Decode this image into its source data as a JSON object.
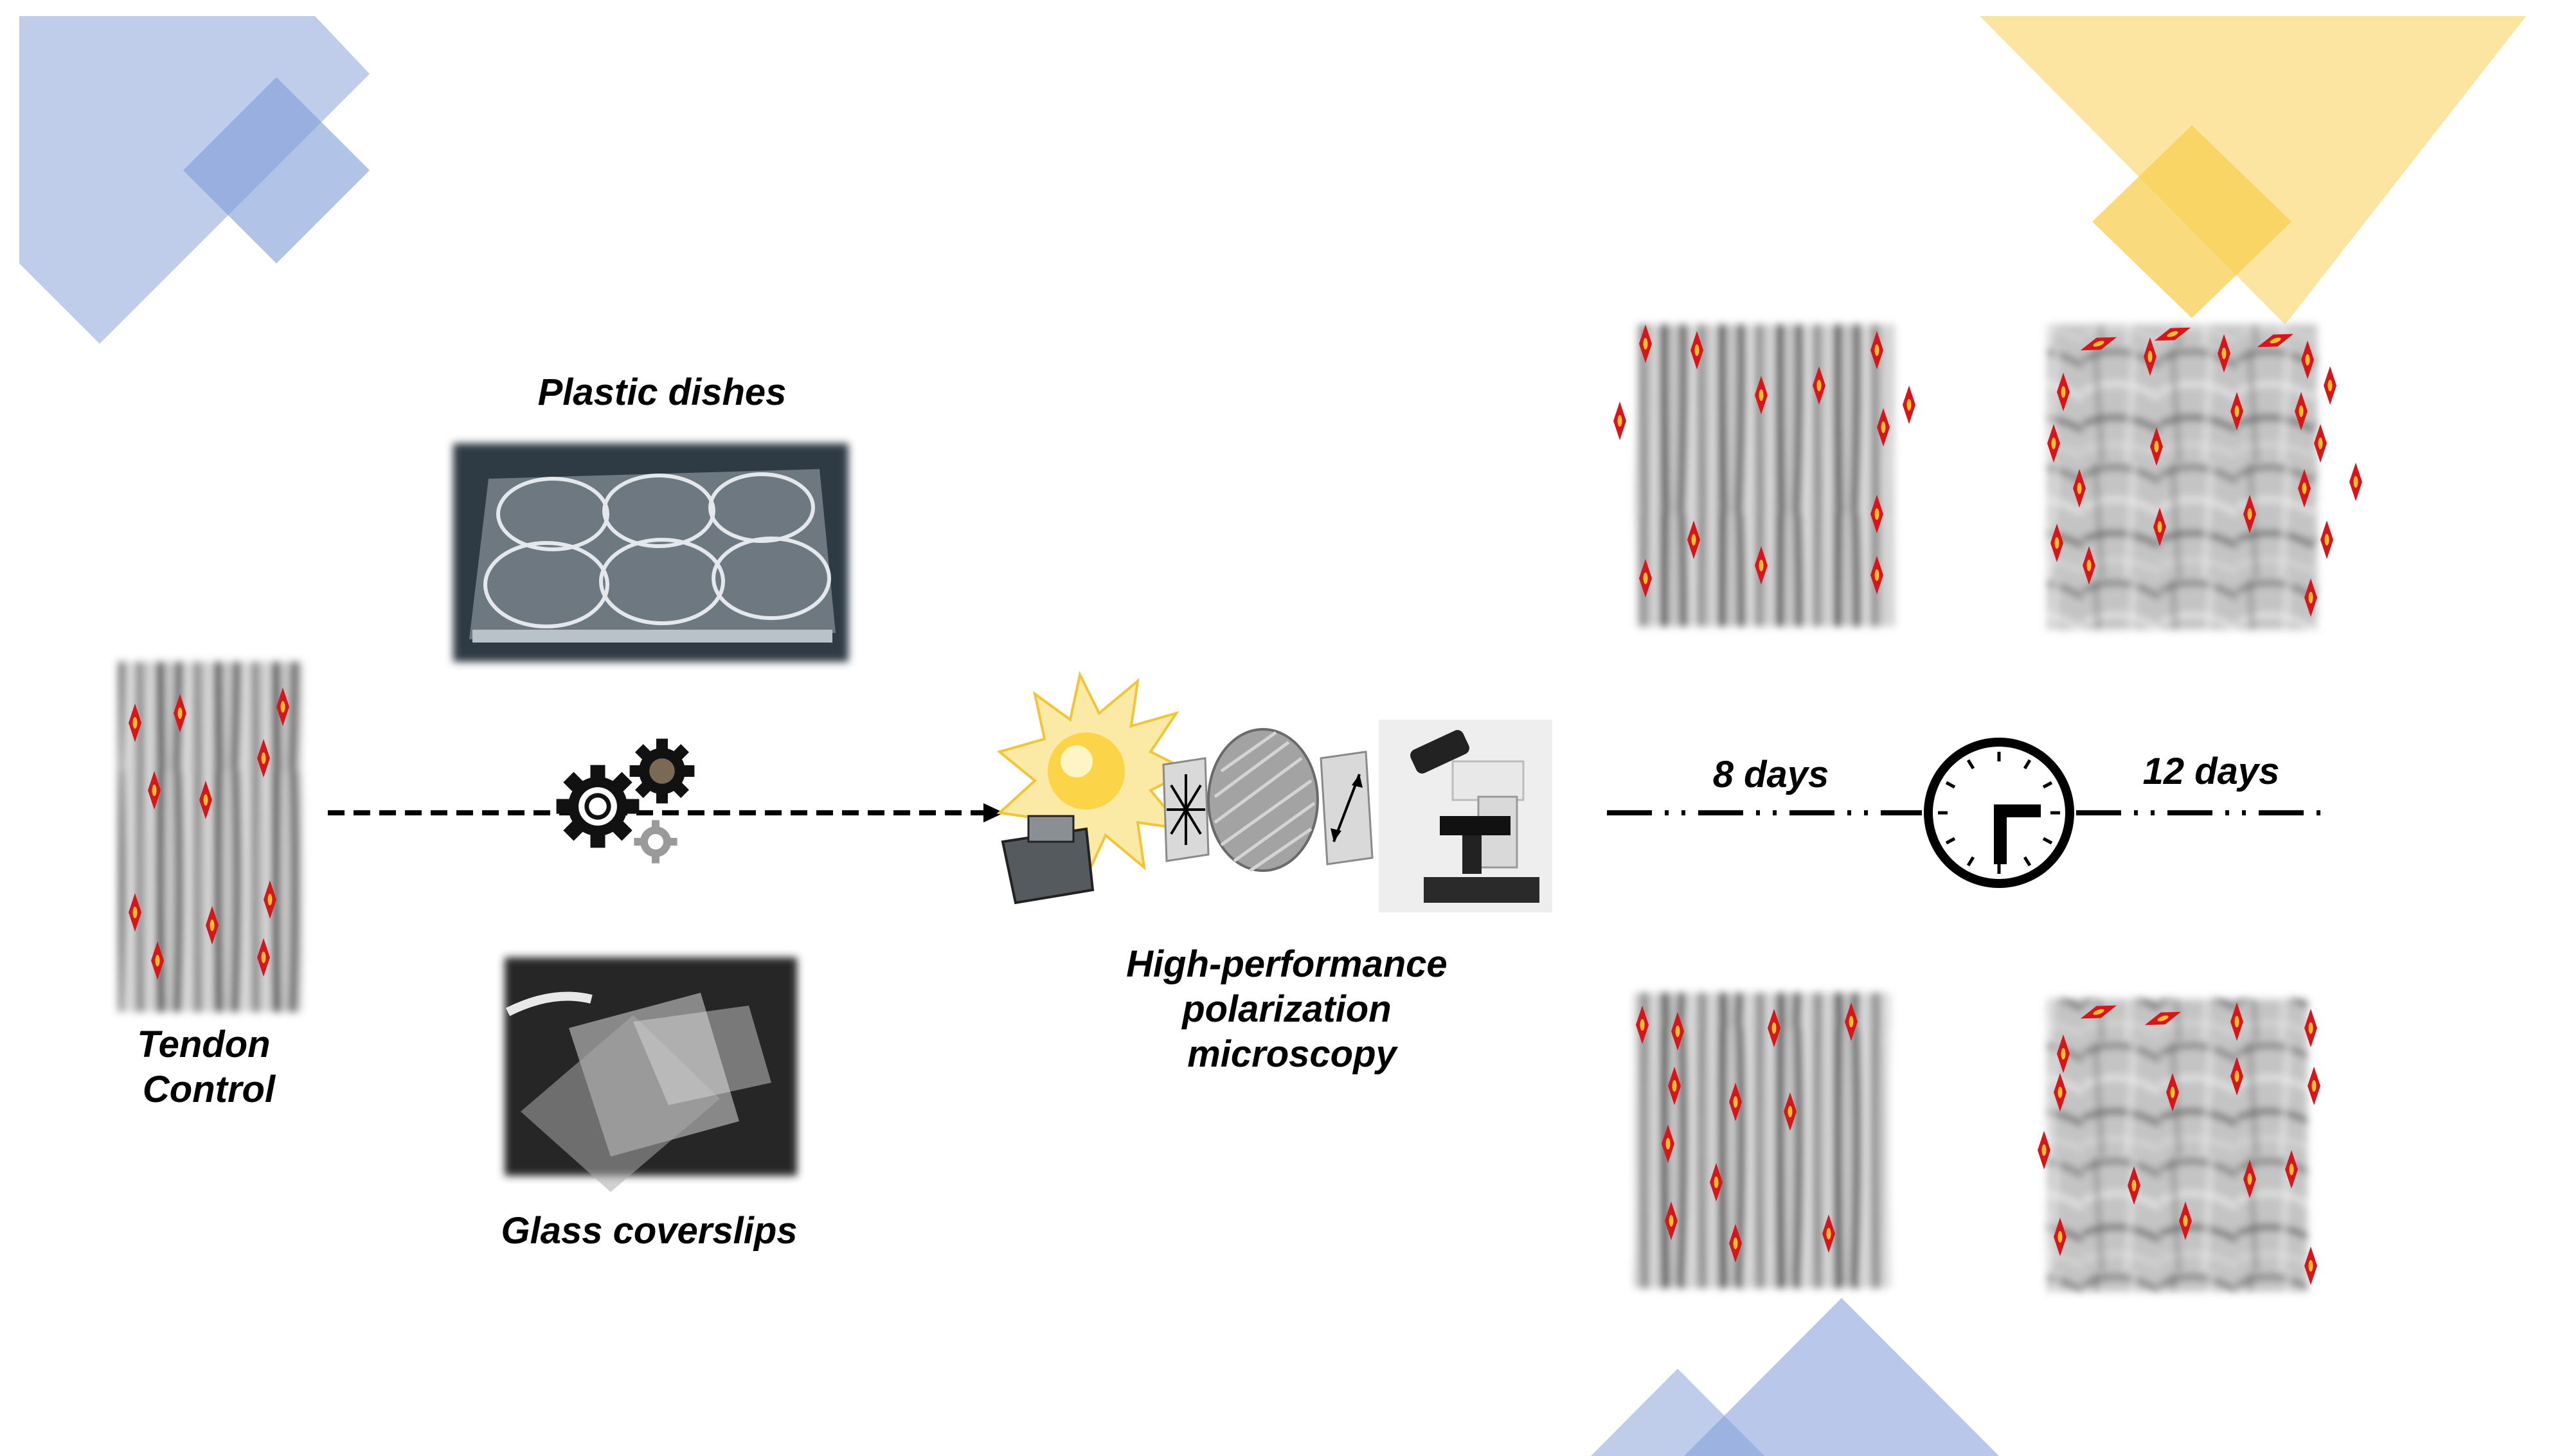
{
  "colors": {
    "accent_blue": "#7f9bd8",
    "accent_yellow": "#f7cf52",
    "cell_red": "#d8151b",
    "cell_yellow": "#f5c02b",
    "ink": "#000000"
  },
  "labels": {
    "tendon_control": [
      "Tendon",
      "Control"
    ],
    "plastic_dishes": "Plastic dishes",
    "glass_coverslips": "Glass coverslips",
    "microscopy": [
      "High-performance",
      "polarization",
      "microscopy"
    ],
    "day8": "8 days",
    "day12": "12 days"
  },
  "icons": [
    "gears-icon",
    "light-bulb-icon",
    "polarizer-icon",
    "diffraction-grating-icon",
    "analyzer-icon",
    "microscope-icon",
    "clock-icon"
  ]
}
